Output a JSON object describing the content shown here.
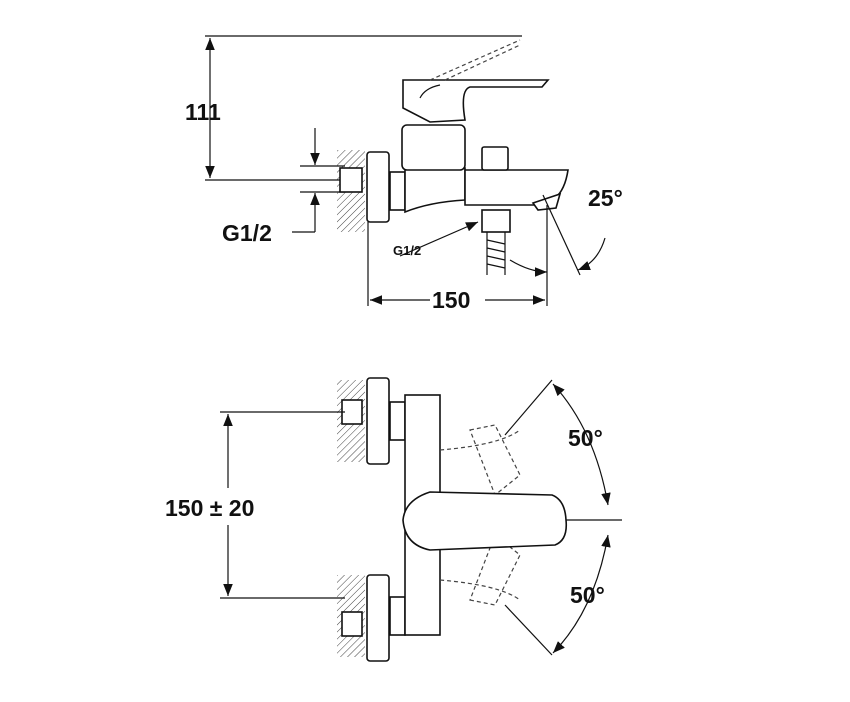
{
  "title": "Bath mixer technical drawing",
  "side_view": {
    "height_label": "111",
    "inlet_label": "G1/2",
    "outlet_label": "G1/2",
    "width_label": "150",
    "spout_angle_label": "25°"
  },
  "top_view": {
    "spacing_label": "150 ± 20",
    "angle_up_label": "50°",
    "angle_down_label": "50°"
  }
}
